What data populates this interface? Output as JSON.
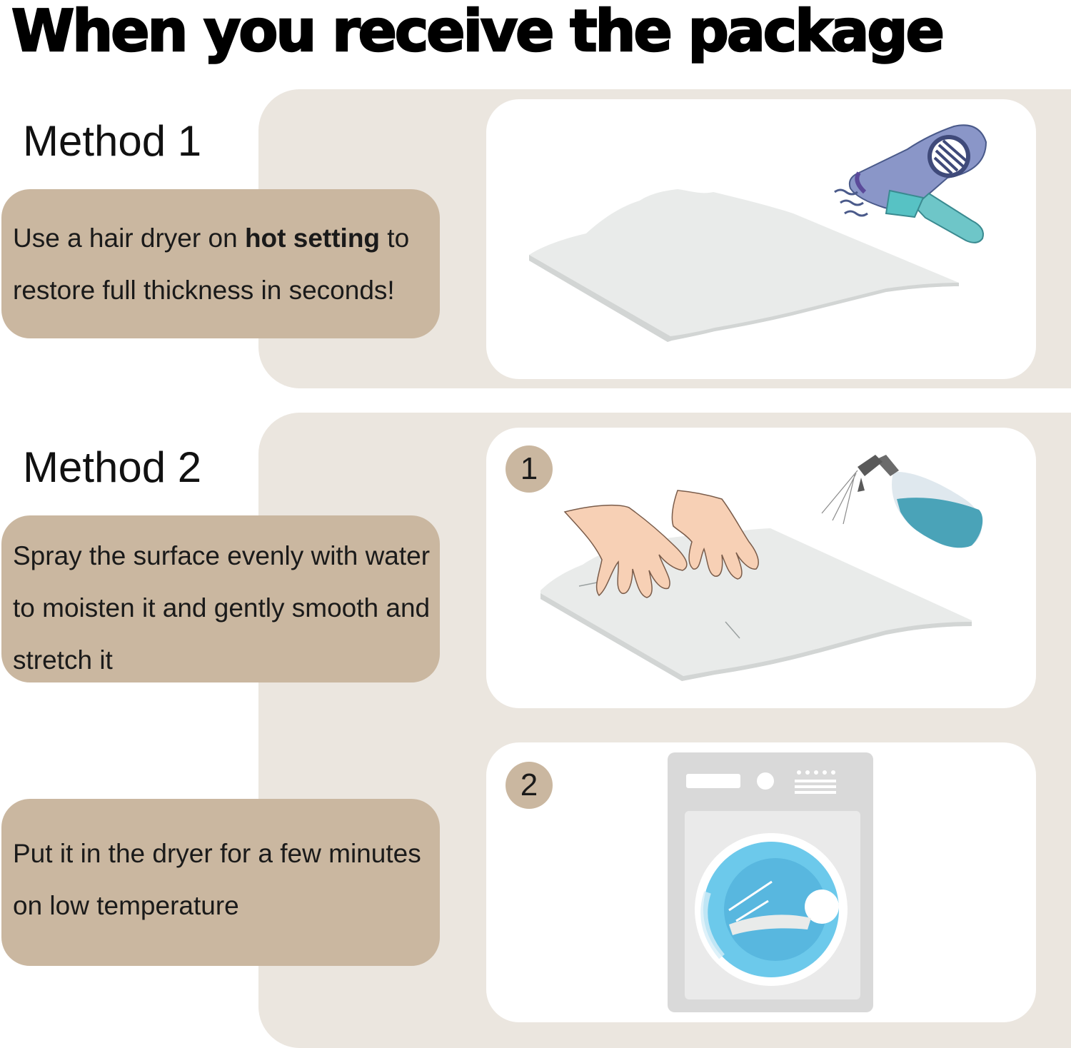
{
  "headline": "When you receive the package",
  "colors": {
    "panel_background": "#ebe6df",
    "tan_box": "#cab7a0",
    "step_badge": "#cab7a0",
    "card_background": "#ffffff"
  },
  "method1": {
    "title": "Method 1",
    "text_before": "Use a hair dryer on ",
    "text_bold": "hot setting",
    "text_after": " to restore full thickness in seconds!",
    "illustration_icons": [
      "foam-pad-icon",
      "hair-dryer-icon"
    ]
  },
  "method2": {
    "title": "Method 2",
    "steps": [
      {
        "number": "1",
        "text": "Spray the surface evenly with water to moisten it and gently smooth and stretch it",
        "illustration_icons": [
          "foam-pad-icon",
          "hands-icon",
          "spray-bottle-icon"
        ]
      },
      {
        "number": "2",
        "text": "Put it in the dryer for a few minutes on low temperature",
        "illustration_icons": [
          "washing-machine-icon"
        ]
      }
    ]
  }
}
